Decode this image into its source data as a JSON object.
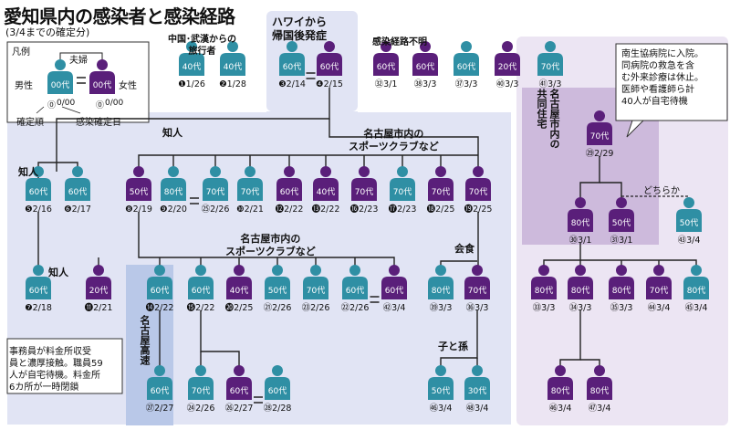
{
  "colors": {
    "male": "#2f8fa4",
    "female": "#5a1f7a",
    "panel": "#e1e4f4",
    "hospital_panel": "#ece5f3",
    "housing_box": "#cdbadc",
    "highway_box": "#b9c8e8"
  },
  "title": "愛知県内の感染者と感染経路",
  "subtitle": "(3/4までの確定分)",
  "legend": {
    "title": "凡例",
    "male": "男性",
    "female": "女性",
    "couple": "夫婦",
    "age": "00代",
    "order": "確定順",
    "date": "感染確定日",
    "order_sym": "⓪",
    "date_text": "0/00"
  },
  "hawaii_label": "ハワイから\n帰国後発症",
  "wuhan_label": "中国･武漢からの\n旅行者",
  "unknown_label": "感染経路不明",
  "hospital_note": "南生協病院に入院。\n同病院の救急を含\nむ外来診療は休止。\n医師や看護師ら計\n40人が自宅待機",
  "housing_label": "名古屋市内の\n共同住宅",
  "dochiraka": "どちらか",
  "acquaintance1": "知人",
  "acquaintance2": "知人",
  "acquaintance3": "知人",
  "sports1": "名古屋市内の\nスポーツクラブなど",
  "sports2": "名古屋市内の\nスポーツクラブなど",
  "kaishoku": "会食",
  "child_grandchild": "子と孫",
  "highway_label": "名古屋高速",
  "highway_note": "事務員が料金所収受\n員と濃厚接触。職員59\n人が自宅待機。料金所\n6カ所が一時閉鎖",
  "persons": [
    {
      "id": "p1",
      "sex": "m",
      "age": "40代",
      "no": "❶",
      "date": "1/26"
    },
    {
      "id": "p2",
      "sex": "m",
      "age": "40代",
      "no": "❷",
      "date": "1/28"
    },
    {
      "id": "p3",
      "sex": "m",
      "age": "60代",
      "no": "❸",
      "date": "2/14"
    },
    {
      "id": "p4",
      "sex": "f",
      "age": "60代",
      "no": "❹",
      "date": "2/15"
    },
    {
      "id": "p32",
      "sex": "f",
      "age": "60代",
      "no": "㉜",
      "date": "3/1"
    },
    {
      "id": "p38",
      "sex": "f",
      "age": "60代",
      "no": "㊳",
      "date": "3/3"
    },
    {
      "id": "p37",
      "sex": "m",
      "age": "60代",
      "no": "㊲",
      "date": "3/3"
    },
    {
      "id": "p40",
      "sex": "f",
      "age": "20代",
      "no": "㊵",
      "date": "3/3"
    },
    {
      "id": "p41",
      "sex": "m",
      "age": "70代",
      "no": "㊶",
      "date": "3/3"
    },
    {
      "id": "p5",
      "sex": "m",
      "age": "60代",
      "no": "❺",
      "date": "2/16"
    },
    {
      "id": "p6",
      "sex": "m",
      "age": "60代",
      "no": "❻",
      "date": "2/17"
    },
    {
      "id": "p8",
      "sex": "f",
      "age": "50代",
      "no": "❽",
      "date": "2/19"
    },
    {
      "id": "p9",
      "sex": "m",
      "age": "80代",
      "no": "❾",
      "date": "2/20"
    },
    {
      "id": "p25",
      "sex": "m",
      "age": "70代",
      "no": "㉕",
      "date": "2/26"
    },
    {
      "id": "p10",
      "sex": "m",
      "age": "70代",
      "no": "❿",
      "date": "2/21"
    },
    {
      "id": "p12",
      "sex": "f",
      "age": "60代",
      "no": "⓬",
      "date": "2/22"
    },
    {
      "id": "p13",
      "sex": "f",
      "age": "40代",
      "no": "⓭",
      "date": "2/22"
    },
    {
      "id": "p16",
      "sex": "f",
      "age": "70代",
      "no": "⓰",
      "date": "2/23"
    },
    {
      "id": "p17",
      "sex": "m",
      "age": "70代",
      "no": "⓱",
      "date": "2/23"
    },
    {
      "id": "p18",
      "sex": "f",
      "age": "70代",
      "no": "⓲",
      "date": "2/25"
    },
    {
      "id": "p19",
      "sex": "f",
      "age": "70代",
      "no": "⓳",
      "date": "2/25"
    },
    {
      "id": "p7",
      "sex": "m",
      "age": "60代",
      "no": "❼",
      "date": "2/18"
    },
    {
      "id": "p11",
      "sex": "f",
      "age": "20代",
      "no": "⓫",
      "date": "2/21"
    },
    {
      "id": "p14",
      "sex": "m",
      "age": "60代",
      "no": "⓮",
      "date": "2/22"
    },
    {
      "id": "p15",
      "sex": "m",
      "age": "60代",
      "no": "⓯",
      "date": "2/22"
    },
    {
      "id": "p20",
      "sex": "f",
      "age": "40代",
      "no": "⓴",
      "date": "2/25"
    },
    {
      "id": "p21",
      "sex": "m",
      "age": "50代",
      "no": "㉑",
      "date": "2/26"
    },
    {
      "id": "p23",
      "sex": "m",
      "age": "70代",
      "no": "㉓",
      "date": "2/26"
    },
    {
      "id": "p22",
      "sex": "m",
      "age": "60代",
      "no": "㉒",
      "date": "2/26"
    },
    {
      "id": "p42",
      "sex": "f",
      "age": "60代",
      "no": "㊷",
      "date": "3/4"
    },
    {
      "id": "p39",
      "sex": "m",
      "age": "80代",
      "no": "㊴",
      "date": "3/3"
    },
    {
      "id": "p36",
      "sex": "f",
      "age": "70代",
      "no": "㊱",
      "date": "3/3"
    },
    {
      "id": "p27",
      "sex": "m",
      "age": "60代",
      "no": "㉗",
      "date": "2/27"
    },
    {
      "id": "p24",
      "sex": "m",
      "age": "70代",
      "no": "㉔",
      "date": "2/26"
    },
    {
      "id": "p26",
      "sex": "f",
      "age": "60代",
      "no": "㉖",
      "date": "2/27"
    },
    {
      "id": "p28",
      "sex": "m",
      "age": "60代",
      "no": "㉘",
      "date": "2/28"
    },
    {
      "id": "p46",
      "sex": "m",
      "age": "50代",
      "no": "㊻",
      "date": "3/4"
    },
    {
      "id": "p48",
      "sex": "m",
      "age": "30代",
      "no": "㊽",
      "date": "3/4"
    },
    {
      "id": "p29",
      "sex": "f",
      "age": "70代",
      "no": "㉙",
      "date": "2/29"
    },
    {
      "id": "p30",
      "sex": "f",
      "age": "80代",
      "no": "㉚",
      "date": "3/1"
    },
    {
      "id": "p31",
      "sex": "f",
      "age": "50代",
      "no": "㉛",
      "date": "3/1"
    },
    {
      "id": "p43",
      "sex": "m",
      "age": "50代",
      "no": "㊸",
      "date": "3/4"
    },
    {
      "id": "p33",
      "sex": "f",
      "age": "80代",
      "no": "㉝",
      "date": "3/3"
    },
    {
      "id": "p34",
      "sex": "f",
      "age": "80代",
      "no": "㉞",
      "date": "3/3"
    },
    {
      "id": "p35",
      "sex": "f",
      "age": "80代",
      "no": "㉟",
      "date": "3/3"
    },
    {
      "id": "p44",
      "sex": "f",
      "age": "70代",
      "no": "㊹",
      "date": "3/4"
    },
    {
      "id": "p45",
      "sex": "m",
      "age": "80代",
      "no": "㊺",
      "date": "3/4"
    },
    {
      "id": "p46b",
      "sex": "f",
      "age": "80代",
      "no": "㊻",
      "date": "3/4"
    },
    {
      "id": "p47",
      "sex": "f",
      "age": "80代",
      "no": "㊼",
      "date": "3/4"
    }
  ]
}
